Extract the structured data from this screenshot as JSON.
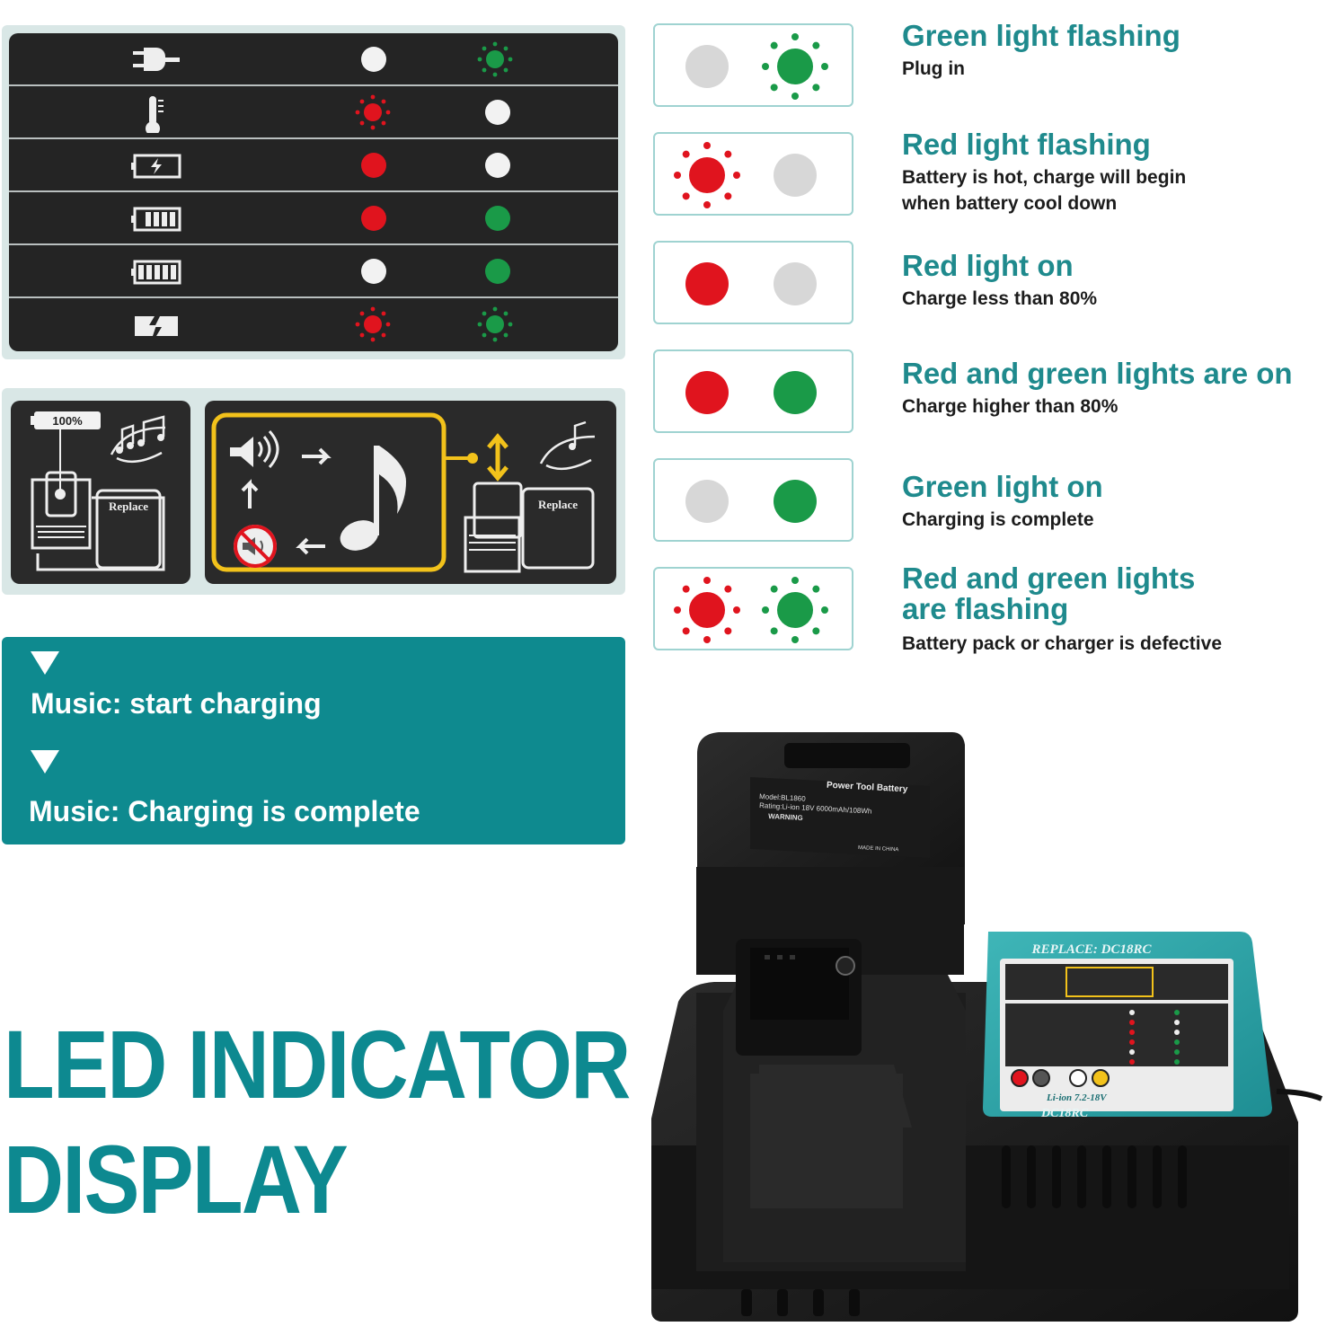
{
  "led_chart": {
    "rows": [
      {
        "icon": "plug-icon",
        "left": "white",
        "right": "green-flashing"
      },
      {
        "icon": "thermometer-icon",
        "left": "red-flashing",
        "right": "white"
      },
      {
        "icon": "battery-charging-icon",
        "left": "red",
        "right": "white"
      },
      {
        "icon": "battery-partial-icon",
        "left": "red",
        "right": "green"
      },
      {
        "icon": "battery-full-icon",
        "left": "white",
        "right": "green"
      },
      {
        "icon": "broken-battery-icon",
        "left": "red-flashing",
        "right": "green-flashing"
      }
    ]
  },
  "music_panel": {
    "battery_percent": "100%",
    "replace_label": "Replace"
  },
  "banner": {
    "line1": "Music: start charging",
    "line2": "Music: Charging is complete"
  },
  "legend": [
    {
      "title": "Green light flashing",
      "desc": [
        "Plug in"
      ],
      "left": "off",
      "right": "green-flashing"
    },
    {
      "title": "Red light flashing",
      "desc": [
        "Battery is hot, charge will begin",
        "when battery cool down"
      ],
      "left": "red-flashing",
      "right": "off"
    },
    {
      "title": "Red light on",
      "desc": [
        "Charge less than 80%"
      ],
      "left": "red",
      "right": "off"
    },
    {
      "title": "Red and green lights are on",
      "desc": [
        "Charge higher than 80%"
      ],
      "left": "red",
      "right": "green"
    },
    {
      "title": "Green light on",
      "desc": [
        "Charging is complete"
      ],
      "left": "off",
      "right": "green"
    },
    {
      "title": [
        "Red and green lights",
        "are flashing"
      ],
      "desc": [
        "Battery pack or charger is defective"
      ],
      "left": "red-flashing",
      "right": "green-flashing"
    }
  ],
  "headline": {
    "line1": "LED INDICATOR",
    "line2": "DISPLAY"
  },
  "product": {
    "battery_label_title": "Power Tool Battery",
    "battery_model": "Model:BL1860",
    "battery_rating": "Rating:Li-ion 18V 6000mAh/108Wh",
    "battery_warning": "WARNING",
    "battery_made_in": "MADE IN CHINA",
    "charger_replace": "REPLACE: DC18RC",
    "charger_liion": "Li-ion 7.2-18V",
    "charger_model": "DC18RC"
  },
  "colors": {
    "teal": "#0e8a8f",
    "legend_title": "#1f8a8d",
    "led_red": "#e0141e",
    "led_green": "#1a9a48",
    "led_off": "#d7d7d7",
    "panel_dark": "#242424"
  }
}
